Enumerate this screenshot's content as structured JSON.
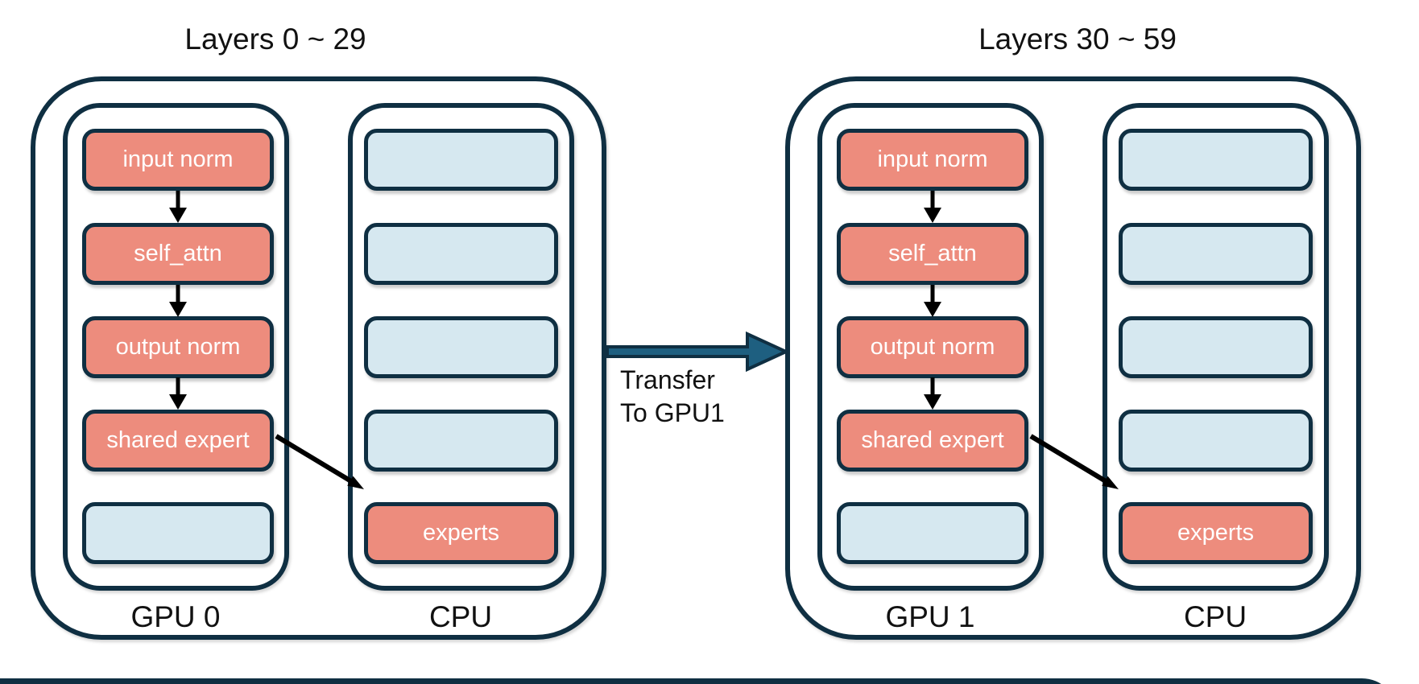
{
  "groups": [
    {
      "title": "Layers 0 ~ 29",
      "columns": [
        {
          "label": "GPU 0",
          "blocks": [
            {
              "label": "input norm",
              "style": "active"
            },
            {
              "label": "self_attn",
              "style": "active"
            },
            {
              "label": "output norm",
              "style": "active"
            },
            {
              "label": "shared expert",
              "style": "active"
            },
            {
              "label": "",
              "style": "empty"
            }
          ]
        },
        {
          "label": "CPU",
          "blocks": [
            {
              "label": "",
              "style": "empty"
            },
            {
              "label": "",
              "style": "empty"
            },
            {
              "label": "",
              "style": "empty"
            },
            {
              "label": "",
              "style": "empty"
            },
            {
              "label": "experts",
              "style": "active"
            }
          ]
        }
      ]
    },
    {
      "title": "Layers 30 ~ 59",
      "columns": [
        {
          "label": "GPU 1",
          "blocks": [
            {
              "label": "input norm",
              "style": "active"
            },
            {
              "label": "self_attn",
              "style": "active"
            },
            {
              "label": "output norm",
              "style": "active"
            },
            {
              "label": "shared expert",
              "style": "active"
            },
            {
              "label": "",
              "style": "empty"
            }
          ]
        },
        {
          "label": "CPU",
          "blocks": [
            {
              "label": "",
              "style": "empty"
            },
            {
              "label": "",
              "style": "empty"
            },
            {
              "label": "",
              "style": "empty"
            },
            {
              "label": "",
              "style": "empty"
            },
            {
              "label": "experts",
              "style": "active"
            }
          ]
        }
      ]
    }
  ],
  "transfer": {
    "line1": "Transfer",
    "line2": "To GPU1"
  },
  "colors": {
    "outline": "#0F2F42",
    "block_active": "#ED8C7D",
    "block_empty": "#D6E8F0",
    "transfer_fill": "#1E5F80",
    "block_text": "#FFFFFF",
    "text": "#111111",
    "arrow_black": "#000000"
  }
}
